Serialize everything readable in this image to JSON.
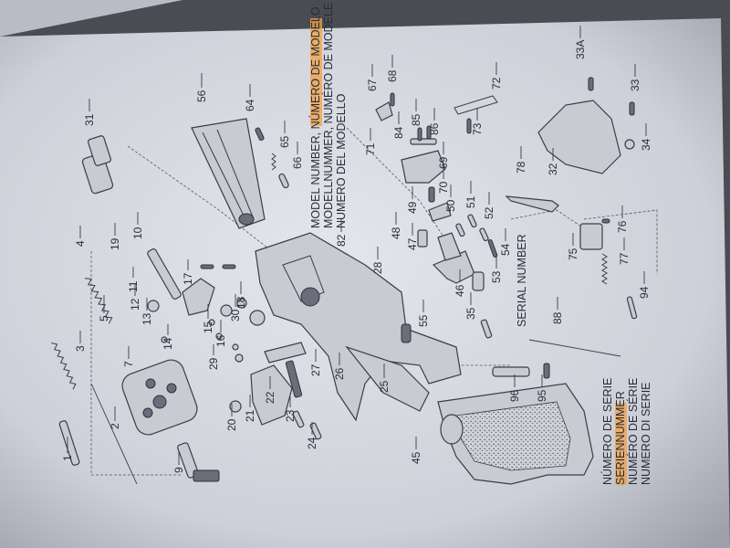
{
  "captions": {
    "model": [
      "MODEL NUMBER, NÚMERO DE MODELO",
      "MODELLNUMMER, NUMÉRO DE MODELE",
      "NUMERO DEL MODELLO"
    ],
    "serial_main": "SERIAL NUMBER",
    "serial": [
      "NÚMERO DE SERIE",
      "SERIENNUMMER",
      "NUMÉRO DE SÉRIE",
      "NUMERO DI SERIE"
    ]
  },
  "part_numbers": [
    "1",
    "2",
    "3",
    "4",
    "5",
    "7",
    "9",
    "10",
    "11",
    "12",
    "13",
    "14",
    "15",
    "16",
    "17",
    "18",
    "19",
    "20",
    "21",
    "22",
    "23",
    "24",
    "25",
    "26",
    "27",
    "28",
    "29",
    "30",
    "31",
    "32",
    "33",
    "33A",
    "34",
    "35",
    "45",
    "46",
    "47",
    "48",
    "49",
    "50",
    "51",
    "52",
    "53",
    "54",
    "55",
    "56",
    "64",
    "65",
    "66",
    "67",
    "68",
    "69",
    "70",
    "71",
    "72",
    "73",
    "75",
    "76",
    "77",
    "78",
    "82",
    "84",
    "85",
    "86",
    "88",
    "94",
    "95",
    "96"
  ],
  "colors": {
    "paper": "#d9dbe2",
    "ink": "#2a2c38",
    "highlight": "#f0a040"
  }
}
